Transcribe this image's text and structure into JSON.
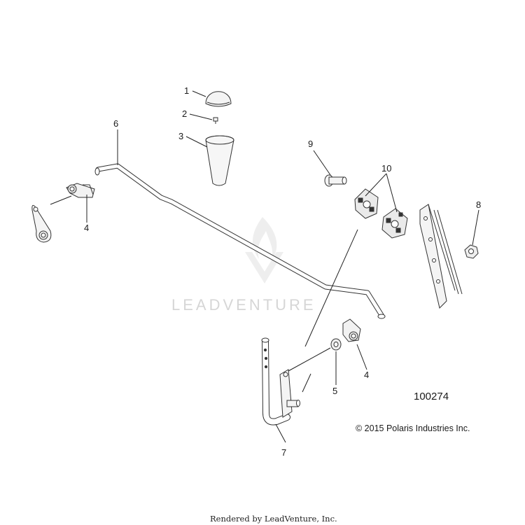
{
  "watermark": "LEADVENTURE",
  "diagram_id": "100274",
  "copyright": "© 2015 Polaris Industries Inc.",
  "footer": "Rendered by LeadVenture, Inc.",
  "callouts": {
    "c1": "1",
    "c2": "2",
    "c3": "3",
    "c4a": "4",
    "c4b": "4",
    "c5": "5",
    "c6": "6",
    "c7": "7",
    "c8": "8",
    "c9": "9",
    "c10": "10"
  },
  "colors": {
    "line": "#222222",
    "part_fill": "#f2f2f2",
    "watermark": "#d6d6d6"
  }
}
